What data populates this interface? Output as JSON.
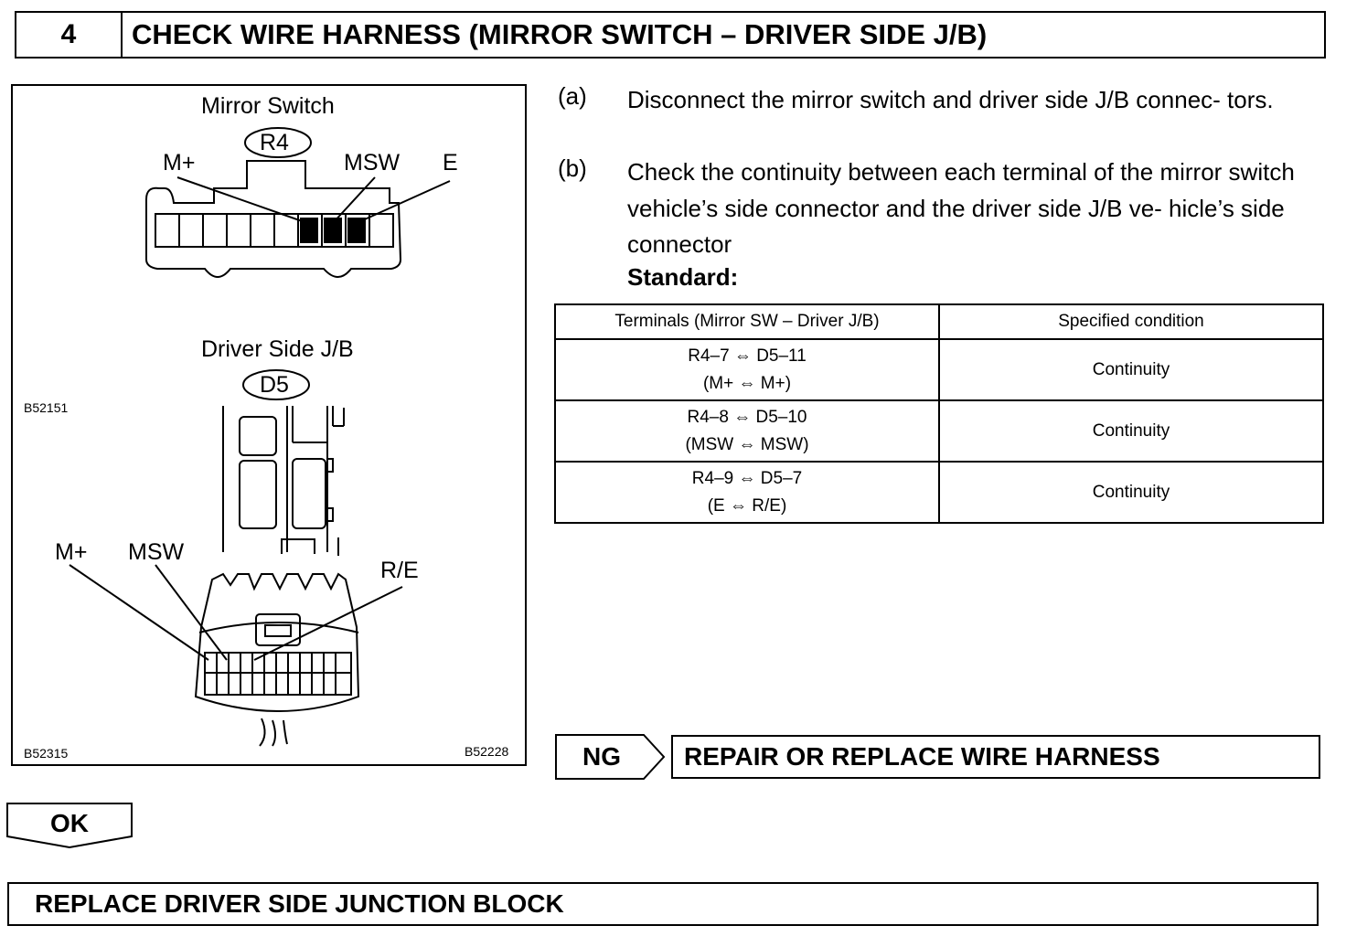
{
  "header": {
    "step_number": "4",
    "title": "CHECK WIRE HARNESS (MIRROR SWITCH – DRIVER SIDE J/B)"
  },
  "diagram": {
    "mirror_switch": {
      "title": "Mirror Switch",
      "connector": "R4",
      "pins": {
        "m_plus": "M+",
        "msw": "MSW",
        "e": "E"
      }
    },
    "driver_jb": {
      "title": "Driver Side J/B",
      "connector": "D5",
      "pins": {
        "m_plus": "M+",
        "msw": "MSW",
        "re": "R/E"
      }
    },
    "figure_codes": [
      "B52151",
      "B52315",
      "B52228"
    ]
  },
  "steps": [
    {
      "marker": "(a)",
      "text": "Disconnect the mirror switch and driver side J/B connec- tors."
    },
    {
      "marker": "(b)",
      "text": "Check the continuity between each terminal of the mirror switch vehicle’s side connector and the driver side J/B ve- hicle’s side connector"
    }
  ],
  "standard_label": "Standard:",
  "table": {
    "headers": [
      "Terminals (Mirror SW – Driver J/B)",
      "Specified condition"
    ],
    "rows": [
      {
        "terminals": "R4–7 ⇔ D5–11",
        "pins": "(M+ ⇔ M+)",
        "condition": "Continuity"
      },
      {
        "terminals": "R4–8 ⇔ D5–10",
        "pins": "(MSW ⇔ MSW)",
        "condition": "Continuity"
      },
      {
        "terminals": "R4–9 ⇔ D5–7",
        "pins": "(E ⇔ R/E)",
        "condition": "Continuity"
      }
    ]
  },
  "ng": {
    "label": "NG",
    "action": "REPAIR OR REPLACE WIRE HARNESS"
  },
  "ok": {
    "label": "OK"
  },
  "final_action": "REPLACE DRIVER SIDE JUNCTION BLOCK"
}
